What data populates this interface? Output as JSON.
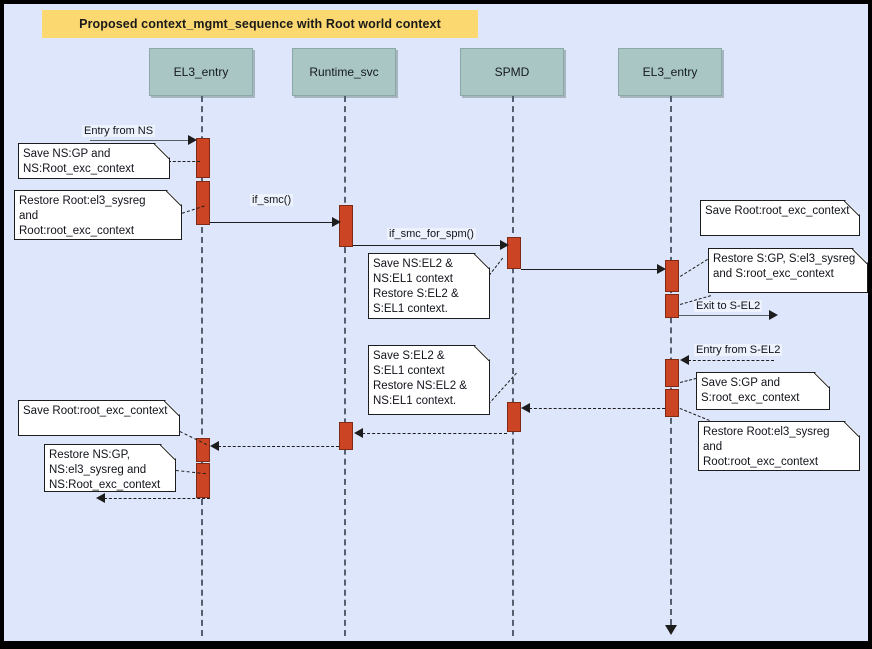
{
  "diagram": {
    "title": "Proposed context_mgmt_sequence with Root world context",
    "type": "uml-sequence-diagram",
    "background_color": "#dde6fb",
    "title_banner_color": "#fbd870",
    "participant_color": "#a9c6c4",
    "activation_color": "#cb4424"
  },
  "participants": [
    {
      "id": "el3_entry_ns",
      "label": "EL3_entry"
    },
    {
      "id": "runtime_svc",
      "label": "Runtime_svc"
    },
    {
      "id": "spmd",
      "label": "SPMD"
    },
    {
      "id": "el3_entry_s",
      "label": "EL3_entry"
    }
  ],
  "messages": [
    {
      "id": "m1",
      "label": "Entry from NS",
      "from": "external-left",
      "to": "el3_entry_ns",
      "style": "solid"
    },
    {
      "id": "m2",
      "label": "if_smc()",
      "from": "el3_entry_ns",
      "to": "runtime_svc",
      "style": "solid"
    },
    {
      "id": "m3",
      "label": "if_smc_for_spm()",
      "from": "runtime_svc",
      "to": "spmd",
      "style": "solid"
    },
    {
      "id": "m4",
      "label": "",
      "from": "spmd",
      "to": "el3_entry_s",
      "style": "solid"
    },
    {
      "id": "m5",
      "label": "Exit to S-EL2",
      "from": "el3_entry_s",
      "to": "external-right",
      "style": "solid"
    },
    {
      "id": "m6",
      "label": "Entry from S-EL2",
      "from": "external-right",
      "to": "el3_entry_s",
      "style": "dashed"
    },
    {
      "id": "m7",
      "label": "",
      "from": "el3_entry_s",
      "to": "spmd",
      "style": "dashed"
    },
    {
      "id": "m8",
      "label": "",
      "from": "spmd",
      "to": "runtime_svc",
      "style": "dashed"
    },
    {
      "id": "m9",
      "label": "",
      "from": "runtime_svc",
      "to": "el3_entry_ns",
      "style": "dashed"
    },
    {
      "id": "m10",
      "label": "",
      "from": "el3_entry_ns",
      "to": "external-left",
      "style": "dashed"
    }
  ],
  "notes": [
    {
      "id": "n1",
      "attached_to": "el3_entry_ns",
      "text": "Save NS:GP and\nNS:Root_exc_context"
    },
    {
      "id": "n2",
      "attached_to": "el3_entry_ns",
      "text": "Restore Root:el3_sysreg\nand\nRoot:root_exc_context"
    },
    {
      "id": "n3",
      "attached_to": "spmd",
      "text": "Save NS:EL2 &\nNS:EL1 context\nRestore S:EL2 &\nS:EL1 context."
    },
    {
      "id": "n4",
      "attached_to": "el3_entry_s",
      "text": "Save Root:root_exc_context"
    },
    {
      "id": "n5",
      "attached_to": "el3_entry_s",
      "text": "Restore S:GP, S:el3_sysreg\nand S:root_exc_context"
    },
    {
      "id": "n6",
      "attached_to": "spmd",
      "text": "Save S:EL2 &\nS:EL1 context\nRestore NS:EL2 &\nNS:EL1 context."
    },
    {
      "id": "n7",
      "attached_to": "el3_entry_s",
      "text": "Save S:GP and\nS:root_exc_context"
    },
    {
      "id": "n8",
      "attached_to": "el3_entry_s",
      "text": "Restore Root:el3_sysreg\nand\nRoot:root_exc_context"
    },
    {
      "id": "n9",
      "attached_to": "el3_entry_ns",
      "text": "Save Root:root_exc_context"
    },
    {
      "id": "n10",
      "attached_to": "el3_entry_ns",
      "text": "Restore NS:GP,\nNS:el3_sysreg and\nNS:Root_exc_context"
    }
  ]
}
